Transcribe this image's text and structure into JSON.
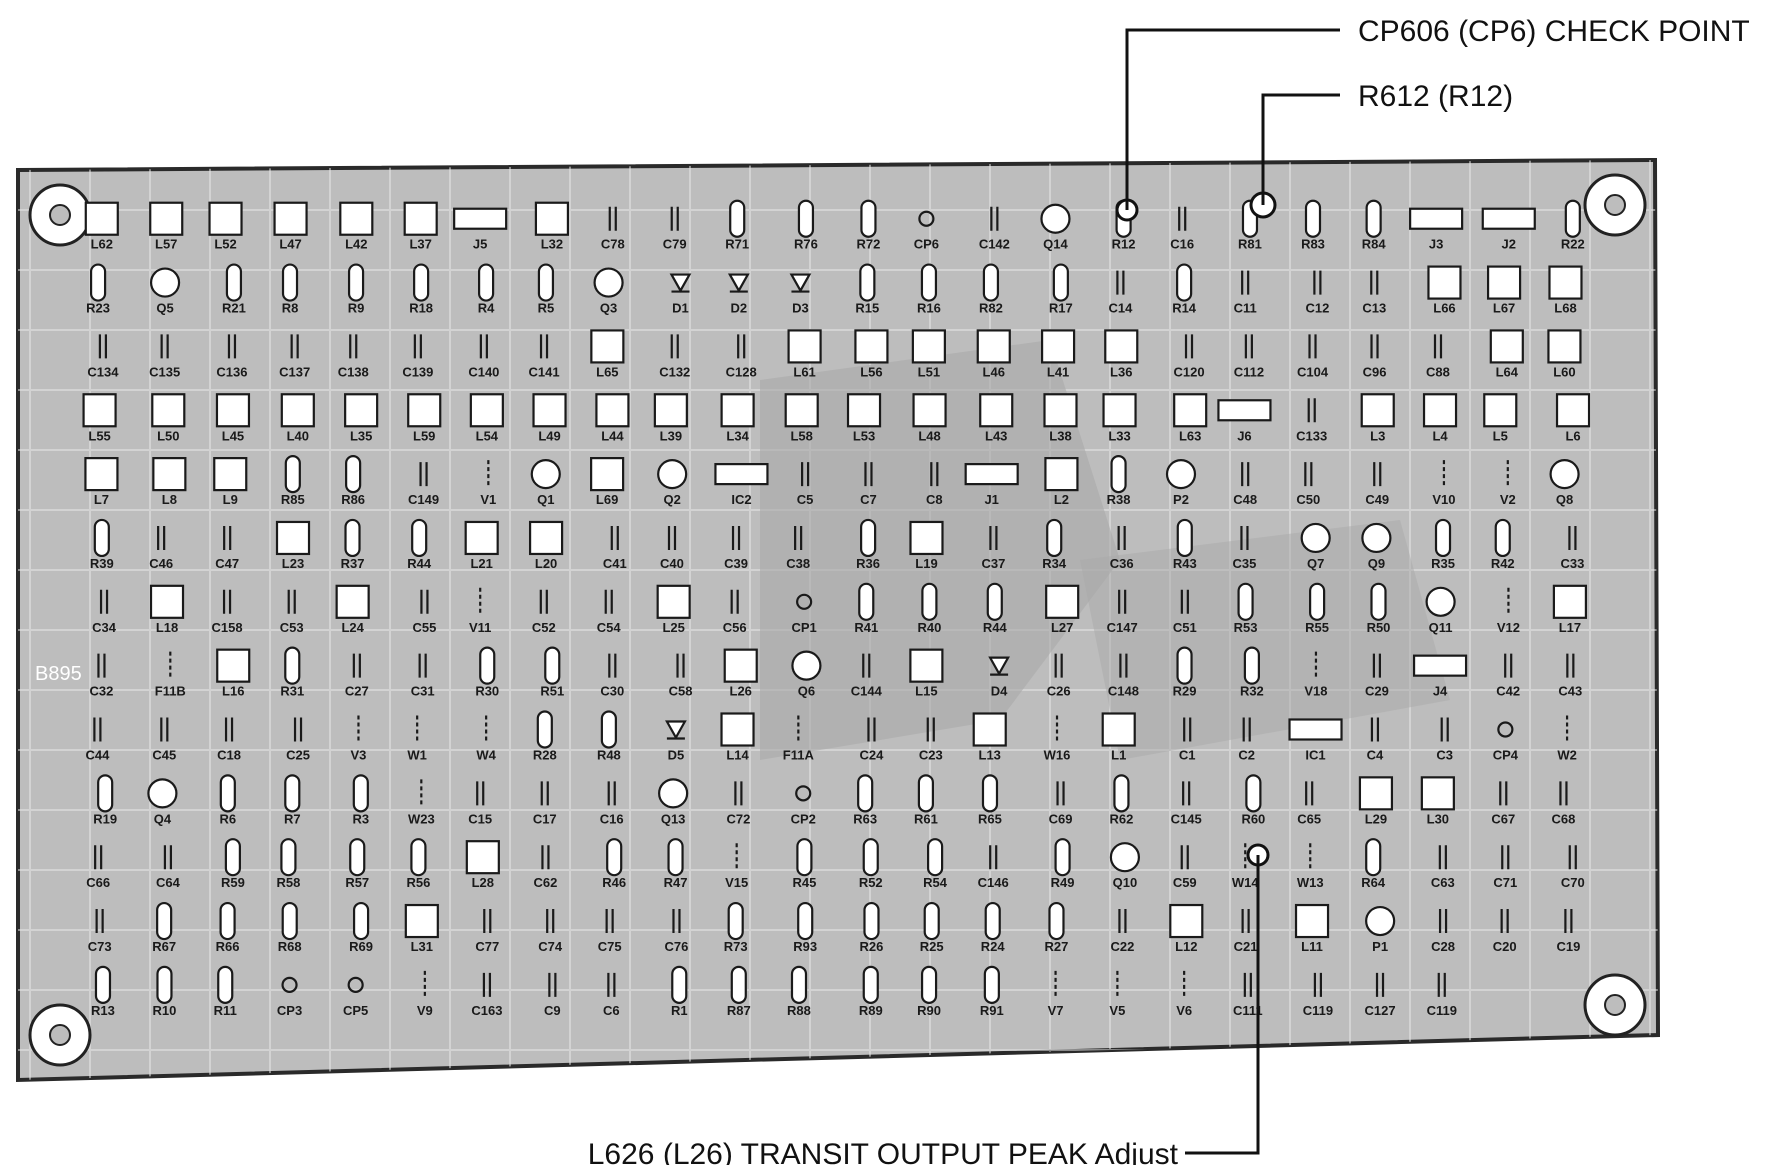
{
  "colors": {
    "board": "#bdbdbd",
    "board_edge": "#2a2a2a",
    "trace": "#f2f2f2",
    "ink": "#1a1a1a",
    "pad": "#ffffff"
  },
  "callouts": {
    "top1": "CP606 (CP6) CHECK POINT",
    "top2": "R612 (R12)",
    "bottom": "L626 (L26) TRANSIT OUTPUT PEAK Adjust"
  },
  "board_marking": "B895",
  "component_labels": [
    "L62",
    "L57",
    "L52",
    "L47",
    "L42",
    "L37",
    "J5",
    "L32",
    "C78",
    "C79",
    "R71",
    "R76",
    "R72",
    "CP6",
    "C142",
    "Q14",
    "R12",
    "C16",
    "R81",
    "R83",
    "R84",
    "J3",
    "J2",
    "R22",
    "R23",
    "Q5",
    "R21",
    "R8",
    "R9",
    "R18",
    "R4",
    "R5",
    "Q3",
    "D1",
    "D2",
    "D3",
    "R15",
    "R16",
    "R82",
    "R17",
    "C14",
    "R14",
    "C11",
    "C12",
    "C13",
    "L66",
    "L67",
    "L68",
    "C134",
    "C135",
    "C136",
    "C137",
    "C138",
    "C139",
    "C140",
    "C141",
    "L65",
    "C132",
    "C128",
    "L61",
    "L56",
    "L51",
    "L46",
    "L41",
    "L36",
    "C120",
    "C112",
    "C104",
    "C96",
    "C88",
    "L64",
    "L60",
    "L55",
    "L50",
    "L45",
    "L40",
    "L35",
    "L59",
    "L54",
    "L49",
    "L44",
    "L39",
    "L34",
    "L58",
    "L53",
    "L48",
    "L43",
    "L38",
    "L33",
    "L63",
    "J6",
    "C133",
    "L3",
    "L4",
    "L5",
    "L6",
    "L7",
    "L8",
    "L9",
    "R85",
    "R86",
    "C149",
    "V1",
    "Q1",
    "L69",
    "Q2",
    "IC2",
    "C5",
    "C7",
    "C8",
    "J1",
    "L2",
    "R38",
    "P2",
    "C48",
    "C50",
    "C49",
    "V10",
    "V2",
    "Q8",
    "R39",
    "C46",
    "C47",
    "L23",
    "R37",
    "R44",
    "L21",
    "L20",
    "C41",
    "C40",
    "C39",
    "C38",
    "R36",
    "L19",
    "C37",
    "R34",
    "C36",
    "R43",
    "C35",
    "Q7",
    "Q9",
    "R35",
    "R42",
    "C33",
    "C34",
    "L18",
    "C158",
    "C53",
    "L24",
    "C55",
    "V11",
    "C52",
    "C54",
    "L25",
    "C56",
    "CP1",
    "R41",
    "R40",
    "R44",
    "L27",
    "C147",
    "C51",
    "R53",
    "R55",
    "R50",
    "Q11",
    "V12",
    "L17",
    "C32",
    "F11B",
    "L16",
    "R31",
    "C27",
    "C31",
    "R30",
    "R51",
    "C30",
    "C58",
    "L26",
    "Q6",
    "C144",
    "L15",
    "D4",
    "C26",
    "C148",
    "R29",
    "R32",
    "V18",
    "C29",
    "J4",
    "C42",
    "C43",
    "C44",
    "C45",
    "C18",
    "C25",
    "V3",
    "W1",
    "W4",
    "R28",
    "R48",
    "D5",
    "L14",
    "F11A",
    "C24",
    "C23",
    "L13",
    "W16",
    "L1",
    "C1",
    "C2",
    "IC1",
    "C4",
    "C3",
    "CP4",
    "W2",
    "R19",
    "Q4",
    "R6",
    "R7",
    "R3",
    "W23",
    "C15",
    "C17",
    "C16",
    "Q13",
    "C72",
    "CP2",
    "R63",
    "R61",
    "R65",
    "C69",
    "R62",
    "C145",
    "R60",
    "C65",
    "L29",
    "L30",
    "C67",
    "C68",
    "C66",
    "C64",
    "R59",
    "R58",
    "R57",
    "R56",
    "L28",
    "C62",
    "R46",
    "R47",
    "V15",
    "R45",
    "R52",
    "R54",
    "C146",
    "R49",
    "Q10",
    "C59",
    "W14",
    "W13",
    "R64",
    "C63",
    "C71",
    "C70",
    "C73",
    "R67",
    "R66",
    "R68",
    "R69",
    "L31",
    "C77",
    "C74",
    "C75",
    "C76",
    "R73",
    "R93",
    "R26",
    "R25",
    "R24",
    "R27",
    "C22",
    "L12",
    "C21",
    "L11",
    "P1",
    "C28",
    "C20",
    "C19",
    "R13",
    "R10",
    "R11",
    "CP3",
    "CP5",
    "V9",
    "C163",
    "C9",
    "C6",
    "R1",
    "R87",
    "R88",
    "R89",
    "R90",
    "R91",
    "V7",
    "V5",
    "V6",
    "C111",
    "C119",
    "C127",
    "C119"
  ]
}
